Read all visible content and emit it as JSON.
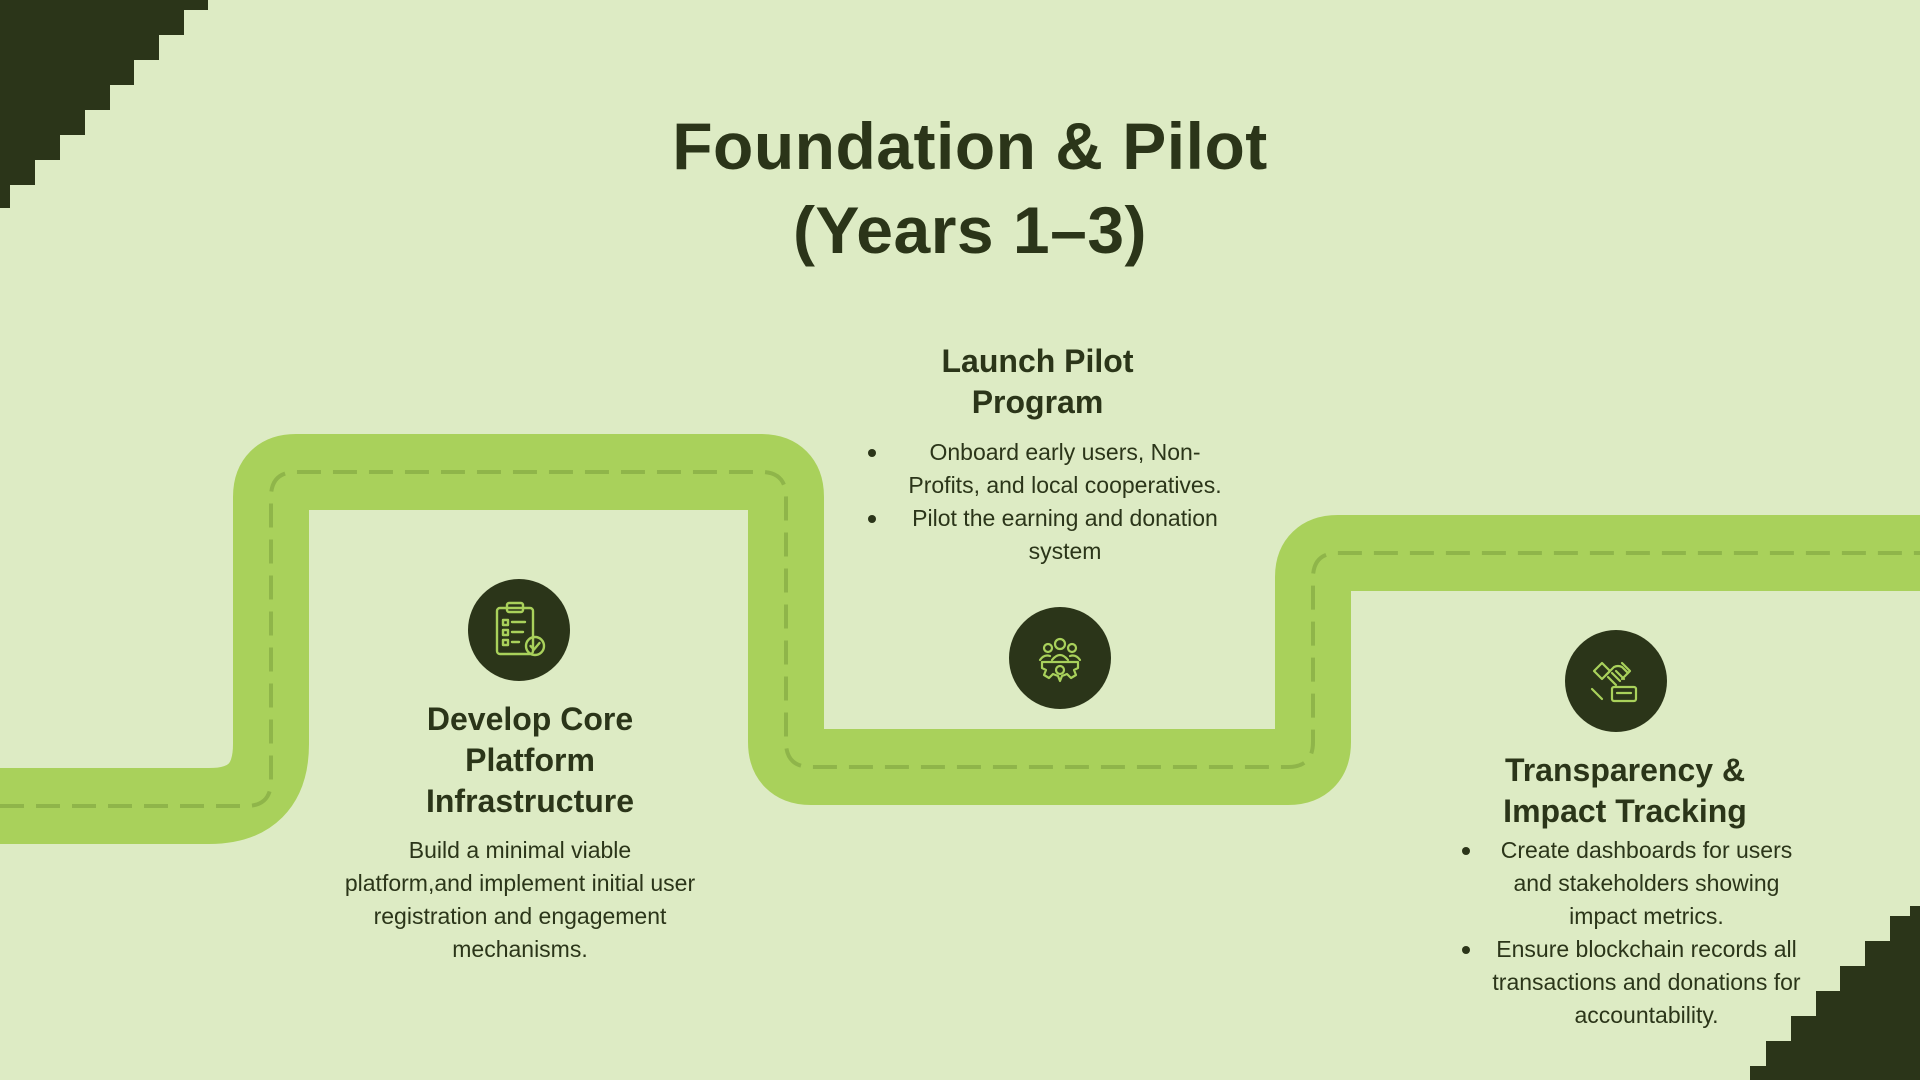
{
  "title": {
    "line1": "Foundation & Pilot",
    "line2": "(Years 1–3)"
  },
  "colors": {
    "background": "#ddebc4",
    "dark": "#2b3519",
    "path": "#a9d15b",
    "path_dash": "#8fb54a"
  },
  "steps": [
    {
      "icon": "clipboard-checklist-icon",
      "heading_lines": [
        "Develop Core",
        "Platform",
        "Infrastructure"
      ],
      "body": "Build a minimal viable platform,and implement initial user registration and engagement mechanisms."
    },
    {
      "icon": "team-gear-icon",
      "heading_lines": [
        "Launch Pilot",
        "Program"
      ],
      "bullets": [
        "Onboard early users, Non-Profits, and local cooperatives.",
        "Pilot the earning and donation system"
      ]
    },
    {
      "icon": "handshake-document-icon",
      "heading_lines": [
        "Transparency &",
        "Impact Tracking"
      ],
      "bullets": [
        "Create dashboards for users and stakeholders showing impact metrics.",
        "Ensure blockchain records all transactions and donations for accountability."
      ]
    }
  ]
}
